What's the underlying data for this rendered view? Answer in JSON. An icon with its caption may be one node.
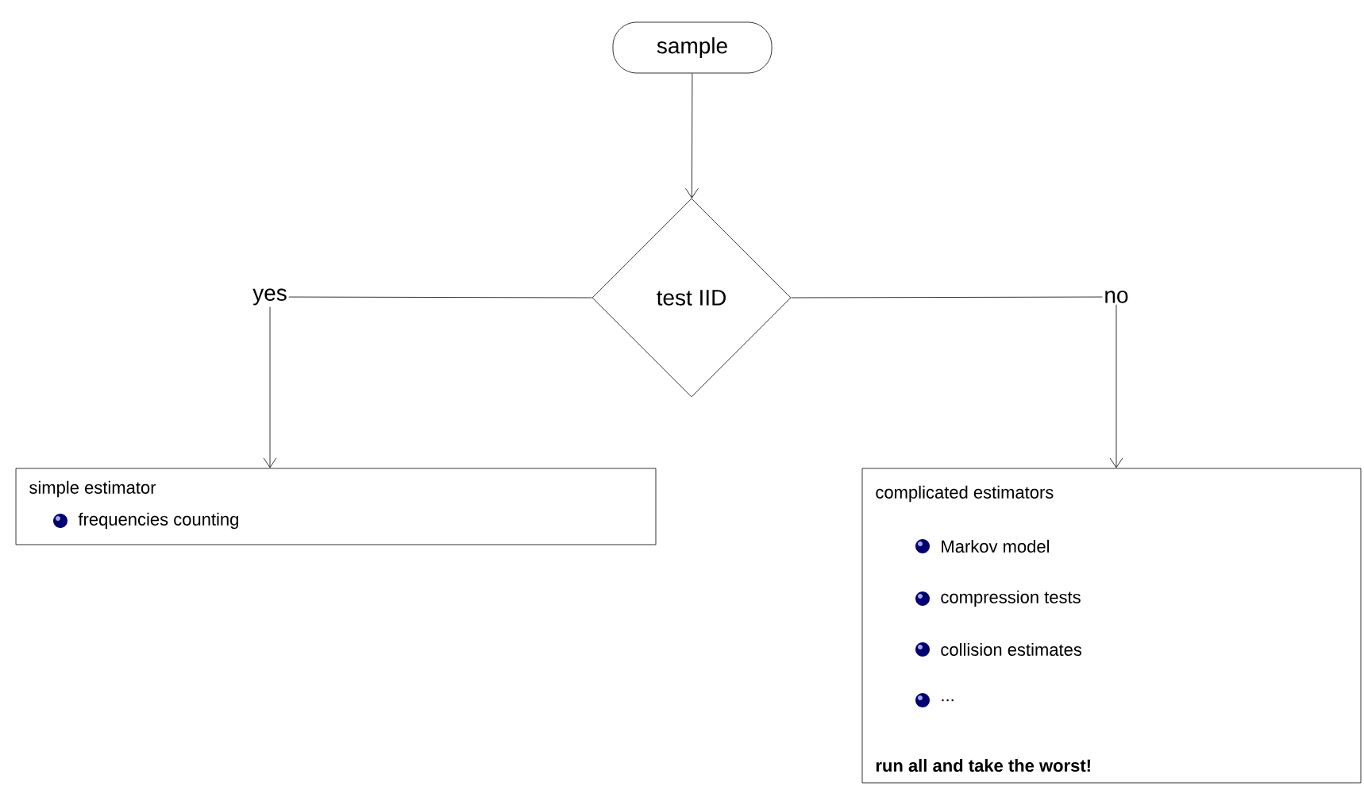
{
  "diagram": {
    "nodes": [
      {
        "text": [
          "sample"
        ]
      },
      {
        "text": [
          "test IID"
        ]
      },
      {
        "text": [
          "simple estimator",
          "frequencies counting"
        ]
      },
      {
        "text": [
          "complicated estimators",
          "Markov model",
          "compression tests",
          "collision estimates",
          "...",
          "run all and take the worst!"
        ]
      }
    ],
    "edges": [
      {
        "from": 0,
        "to": 1,
        "arrow": "to"
      },
      {
        "from": 1,
        "to": 2,
        "arrow": "to",
        "label": "yes"
      },
      {
        "from": 1,
        "to": 3,
        "arrow": "to",
        "label": "no"
      }
    ]
  }
}
